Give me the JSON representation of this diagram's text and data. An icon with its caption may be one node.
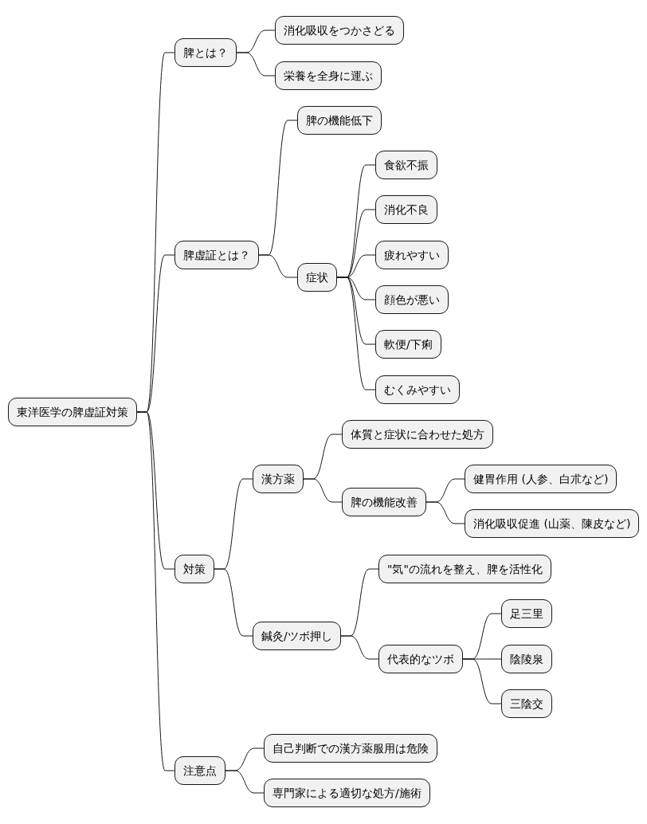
{
  "diagram": {
    "nodes": [
      {
        "text": [
          "東洋医学の脾虚証対策"
        ]
      },
      {
        "text": [
          "脾とは？"
        ]
      },
      {
        "text": [
          "消化吸収をつかさどる"
        ]
      },
      {
        "text": [
          "栄養を全身に運ぶ"
        ]
      },
      {
        "text": [
          "脾虚証とは？"
        ]
      },
      {
        "text": [
          "脾の機能低下"
        ]
      },
      {
        "text": [
          "症状"
        ]
      },
      {
        "text": [
          "食欲不振"
        ]
      },
      {
        "text": [
          "消化不良"
        ]
      },
      {
        "text": [
          "疲れやすい"
        ]
      },
      {
        "text": [
          "顔色が悪い"
        ]
      },
      {
        "text": [
          "軟便/下痢"
        ]
      },
      {
        "text": [
          "むくみやすい"
        ]
      },
      {
        "text": [
          "対策"
        ]
      },
      {
        "text": [
          "漢方薬"
        ]
      },
      {
        "text": [
          "体質と症状に合わせた処方"
        ]
      },
      {
        "text": [
          "脾の機能改善"
        ]
      },
      {
        "text": [
          "健胃作用 (人参、白朮など)"
        ]
      },
      {
        "text": [
          "消化吸収促進 (山薬、陳皮など)"
        ]
      },
      {
        "text": [
          "鍼灸/ツボ押し"
        ]
      },
      {
        "text": [
          "\"気\"の流れを整え、脾を活性化"
        ]
      },
      {
        "text": [
          "代表的なツボ"
        ]
      },
      {
        "text": [
          "足三里"
        ]
      },
      {
        "text": [
          "陰陵泉"
        ]
      },
      {
        "text": [
          "三陰交"
        ]
      },
      {
        "text": [
          "注意点"
        ]
      },
      {
        "text": [
          "自己判断での漢方薬服用は危険"
        ]
      },
      {
        "text": [
          "専門家による適切な処方/施術"
        ]
      }
    ],
    "edges": [
      {
        "from": 0,
        "to": 1,
        "arrow": "none"
      },
      {
        "from": 1,
        "to": 2,
        "arrow": "none"
      },
      {
        "from": 1,
        "to": 3,
        "arrow": "none"
      },
      {
        "from": 0,
        "to": 4,
        "arrow": "none"
      },
      {
        "from": 4,
        "to": 5,
        "arrow": "none"
      },
      {
        "from": 4,
        "to": 6,
        "arrow": "none"
      },
      {
        "from": 6,
        "to": 7,
        "arrow": "none"
      },
      {
        "from": 6,
        "to": 8,
        "arrow": "none"
      },
      {
        "from": 6,
        "to": 9,
        "arrow": "none"
      },
      {
        "from": 6,
        "to": 10,
        "arrow": "none"
      },
      {
        "from": 6,
        "to": 11,
        "arrow": "none"
      },
      {
        "from": 6,
        "to": 12,
        "arrow": "none"
      },
      {
        "from": 0,
        "to": 13,
        "arrow": "none"
      },
      {
        "from": 13,
        "to": 14,
        "arrow": "none"
      },
      {
        "from": 14,
        "to": 15,
        "arrow": "none"
      },
      {
        "from": 14,
        "to": 16,
        "arrow": "none"
      },
      {
        "from": 16,
        "to": 17,
        "arrow": "none"
      },
      {
        "from": 16,
        "to": 18,
        "arrow": "none"
      },
      {
        "from": 13,
        "to": 19,
        "arrow": "none"
      },
      {
        "from": 19,
        "to": 20,
        "arrow": "none"
      },
      {
        "from": 19,
        "to": 21,
        "arrow": "none"
      },
      {
        "from": 21,
        "to": 22,
        "arrow": "none"
      },
      {
        "from": 21,
        "to": 23,
        "arrow": "none"
      },
      {
        "from": 21,
        "to": 24,
        "arrow": "none"
      },
      {
        "from": 0,
        "to": 25,
        "arrow": "none"
      },
      {
        "from": 25,
        "to": 26,
        "arrow": "none"
      },
      {
        "from": 25,
        "to": 27,
        "arrow": "none"
      }
    ]
  }
}
